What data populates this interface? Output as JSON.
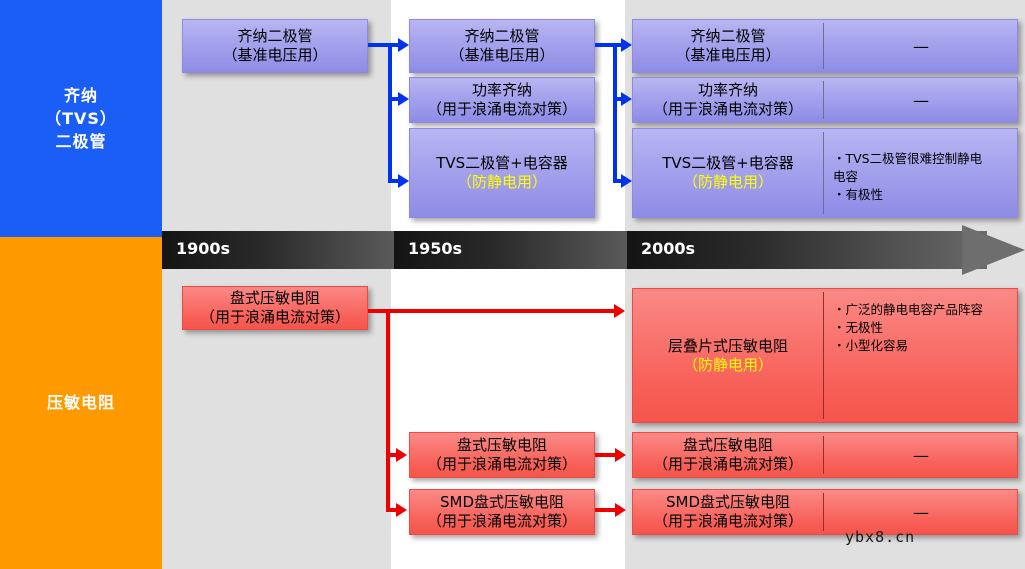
{
  "sidebar": {
    "zener": {
      "label": "齐纳\n（TVS）\n二极管",
      "color": "#1a5ef5"
    },
    "varistor": {
      "label": "压敏电阻",
      "color": "#ff9900"
    }
  },
  "timeline": {
    "eras": [
      "1900s",
      "1950s",
      "2000s"
    ],
    "color": "#2b2b2b"
  },
  "zener_row": {
    "era1": [
      {
        "line1": "齐纳二极管",
        "line2": "（基准电压用）"
      }
    ],
    "era2": [
      {
        "line1": "齐纳二极管",
        "line2": "（基准电压用）"
      },
      {
        "line1": "功率齐纳",
        "line2": "（用于浪涌电流对策）"
      },
      {
        "line1": "TVS二极管+电容器",
        "line2": "（防静电用）",
        "highlight": true
      }
    ],
    "era3": [
      {
        "line1": "齐纳二极管",
        "line2": "（基准电压用）",
        "note": "—"
      },
      {
        "line1": "功率齐纳",
        "line2": "（用于浪涌电流对策）",
        "note": "—"
      },
      {
        "line1": "TVS二极管+电容器",
        "line2": "（防静电用）",
        "highlight": true,
        "notes": [
          "・TVS二极管很难控制静电",
          "电容",
          "・有极性"
        ]
      }
    ]
  },
  "varistor_row": {
    "era1": [
      {
        "line1": "盘式压敏电阻",
        "line2": "（用于浪涌电流对策）"
      }
    ],
    "era2": [
      {
        "line1": "盘式压敏电阻",
        "line2": "（用于浪涌电流对策）"
      },
      {
        "line1": "SMD盘式压敏电阻",
        "line2": "（用于浪涌电流对策）"
      }
    ],
    "era3": [
      {
        "line1": "层叠片式压敏电阻",
        "line2": "（防静电用）",
        "highlight": true,
        "notes": [
          "・广泛的静电电容产品阵容",
          "・无极性",
          "・小型化容易"
        ]
      },
      {
        "line1": "盘式压敏电阻",
        "line2": "（用于浪涌电流对策）",
        "note": "—"
      },
      {
        "line1": "SMD盘式压敏电阻",
        "line2": "（用于浪涌电流对策）",
        "note": "—"
      }
    ]
  },
  "watermark": "ybx8.cn",
  "colors": {
    "blue_arrow": "#0033ee",
    "red_arrow": "#ee0000",
    "highlight_text": "#ffff00"
  }
}
